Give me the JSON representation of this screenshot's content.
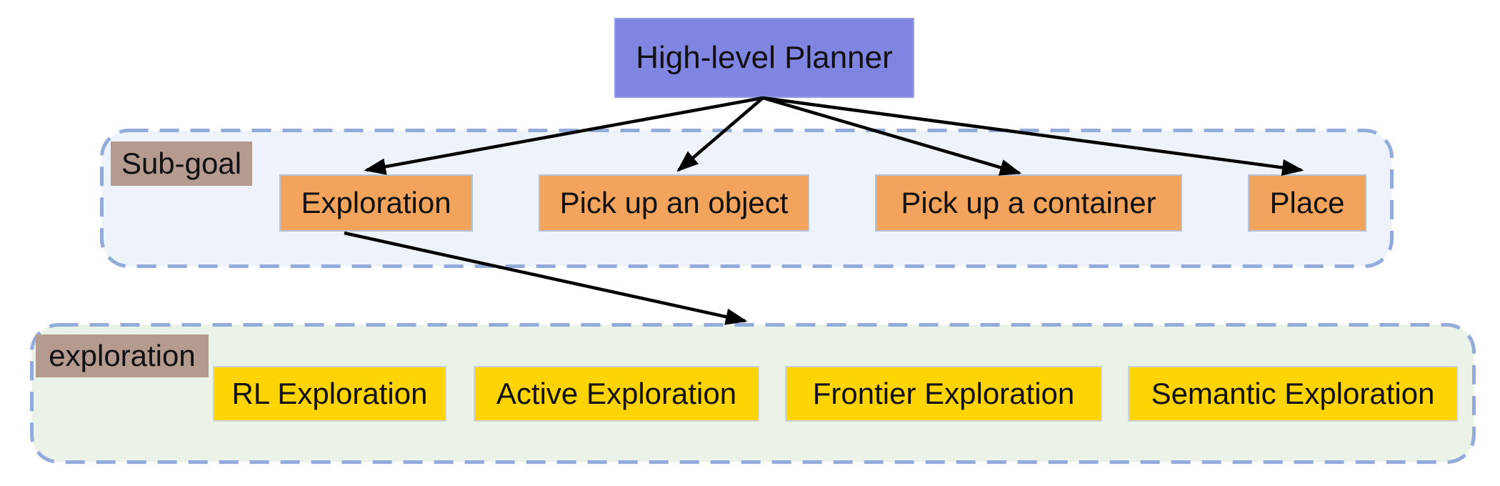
{
  "diagram": {
    "root": {
      "label": "High-level Planner"
    },
    "subgoal_group": {
      "label": "Sub-goal",
      "items": [
        {
          "label": "Exploration"
        },
        {
          "label": "Pick up an object"
        },
        {
          "label": "Pick up a container"
        },
        {
          "label": "Place"
        }
      ]
    },
    "exploration_group": {
      "label": "exploration",
      "items": [
        {
          "label": "RL Exploration"
        },
        {
          "label": "Active Exploration"
        },
        {
          "label": "Frontier Exploration"
        },
        {
          "label": "Semantic Exploration"
        }
      ]
    },
    "colors": {
      "root_fill": "#8085e2",
      "subgoal_item_fill": "#f2a45c",
      "exploration_item_fill": "#ffd402",
      "group_label_fill": "#b49a8f",
      "subgoal_group_fill": "#edf3f9",
      "exploration_group_fill": "#ebf3e8",
      "group_border": "#93abdb",
      "arrow": "#000000"
    }
  }
}
